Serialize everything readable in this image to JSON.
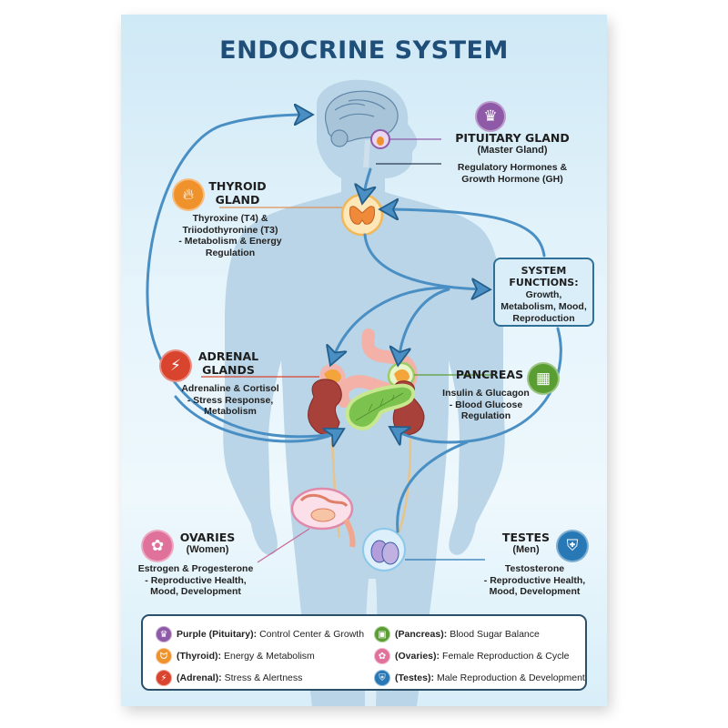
{
  "title": "ENDOCRINE SYSTEM",
  "colors": {
    "title": "#1f4e79",
    "pituitary": "#8e5aa8",
    "thyroid": "#f0922b",
    "adrenal": "#d9442f",
    "pancreas": "#5a9e33",
    "ovaries": "#e0719a",
    "testes": "#2878b5",
    "arrow": "#4a8fc4",
    "body": "#b7d3e6"
  },
  "glands": {
    "pituitary": {
      "icon": "crown-icon",
      "name": "PITUITARY GLAND",
      "subtitle": "(Master Gland)",
      "desc_line1": "Regulatory Hormones &",
      "desc_line2": "Growth Hormone (GH)"
    },
    "thyroid": {
      "icon": "flame-icon",
      "name_line1": "THYROID",
      "name_line2": "GLAND",
      "desc_line1": "Thyroxine (T4) &",
      "desc_line2": "Triiodothyronine (T3)",
      "desc_line3": "- Metabolism & Energy",
      "desc_line4": "Regulation"
    },
    "adrenal": {
      "icon": "lightning-icon",
      "name_line1": "ADRENAL",
      "name_line2": "GLANDS",
      "desc_line1": "Adrenaline & Cortisol",
      "desc_line2": "- Stress Response,",
      "desc_line3": "Metabolism"
    },
    "pancreas": {
      "icon": "cubes-icon",
      "name": "PANCREAS",
      "desc_line1": "Insulin & Glucagon",
      "desc_line2": "- Blood Glucose",
      "desc_line3": "Regulation"
    },
    "ovaries": {
      "icon": "flower-icon",
      "name": "OVARIES",
      "subtitle": "(Women)",
      "desc_line1": "Estrogen & Progesterone",
      "desc_line2": "- Reproductive Health,",
      "desc_line3": "Mood, Development"
    },
    "testes": {
      "icon": "shield-icon",
      "name": "TESTES",
      "subtitle": "(Men)",
      "desc_line1": "Testosterone",
      "desc_line2": "- Reproductive Health,",
      "desc_line3": "Mood, Development"
    }
  },
  "system_functions": {
    "heading_line1": "SYSTEM",
    "heading_line2": "FUNCTIONS:",
    "desc_line1": "Growth,",
    "desc_line2": "Metabolism, Mood,",
    "desc_line3": "Reproduction"
  },
  "legend": {
    "items": [
      {
        "icon": "crown-icon",
        "key": "Purple (Pituitary):",
        "text": "Control Center & Growth"
      },
      {
        "icon": "thyroid-icon",
        "key": "(Thyroid):",
        "text": "Energy & Metabolism"
      },
      {
        "icon": "lightning-icon",
        "key": "(Adrenal):",
        "text": "Stress & Alertness"
      },
      {
        "icon": "cube-icon",
        "key": "(Pancreas):",
        "text": "Blood Sugar Balance"
      },
      {
        "icon": "flower-icon",
        "key": "(Ovaries):",
        "text": "Female Reproduction & Cycle"
      },
      {
        "icon": "shield-icon",
        "key": "(Testes):",
        "text": "Male Reproduction & Development"
      }
    ]
  }
}
